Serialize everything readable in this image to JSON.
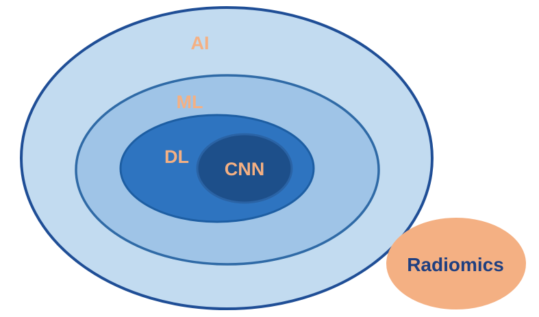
{
  "diagram": {
    "labels": {
      "ai": "AI",
      "ml": "ML",
      "dl": "DL",
      "cnn": "CNN",
      "radiomics": "Radiomics"
    },
    "colors": {
      "ai_fill": "#c2dbf0",
      "ai_stroke": "#1f4e96",
      "ml_fill": "#9fc4e7",
      "ml_stroke": "#2f6aa6",
      "dl_fill": "#2e74c0",
      "dl_stroke": "#1d5ea3",
      "cnn_fill": "#1d4f8a",
      "cnn_stroke": "#2a63a5",
      "radiomics_fill": "#f4b083",
      "label_peach": "#f4b083",
      "label_navy": "#1f3f80"
    }
  }
}
